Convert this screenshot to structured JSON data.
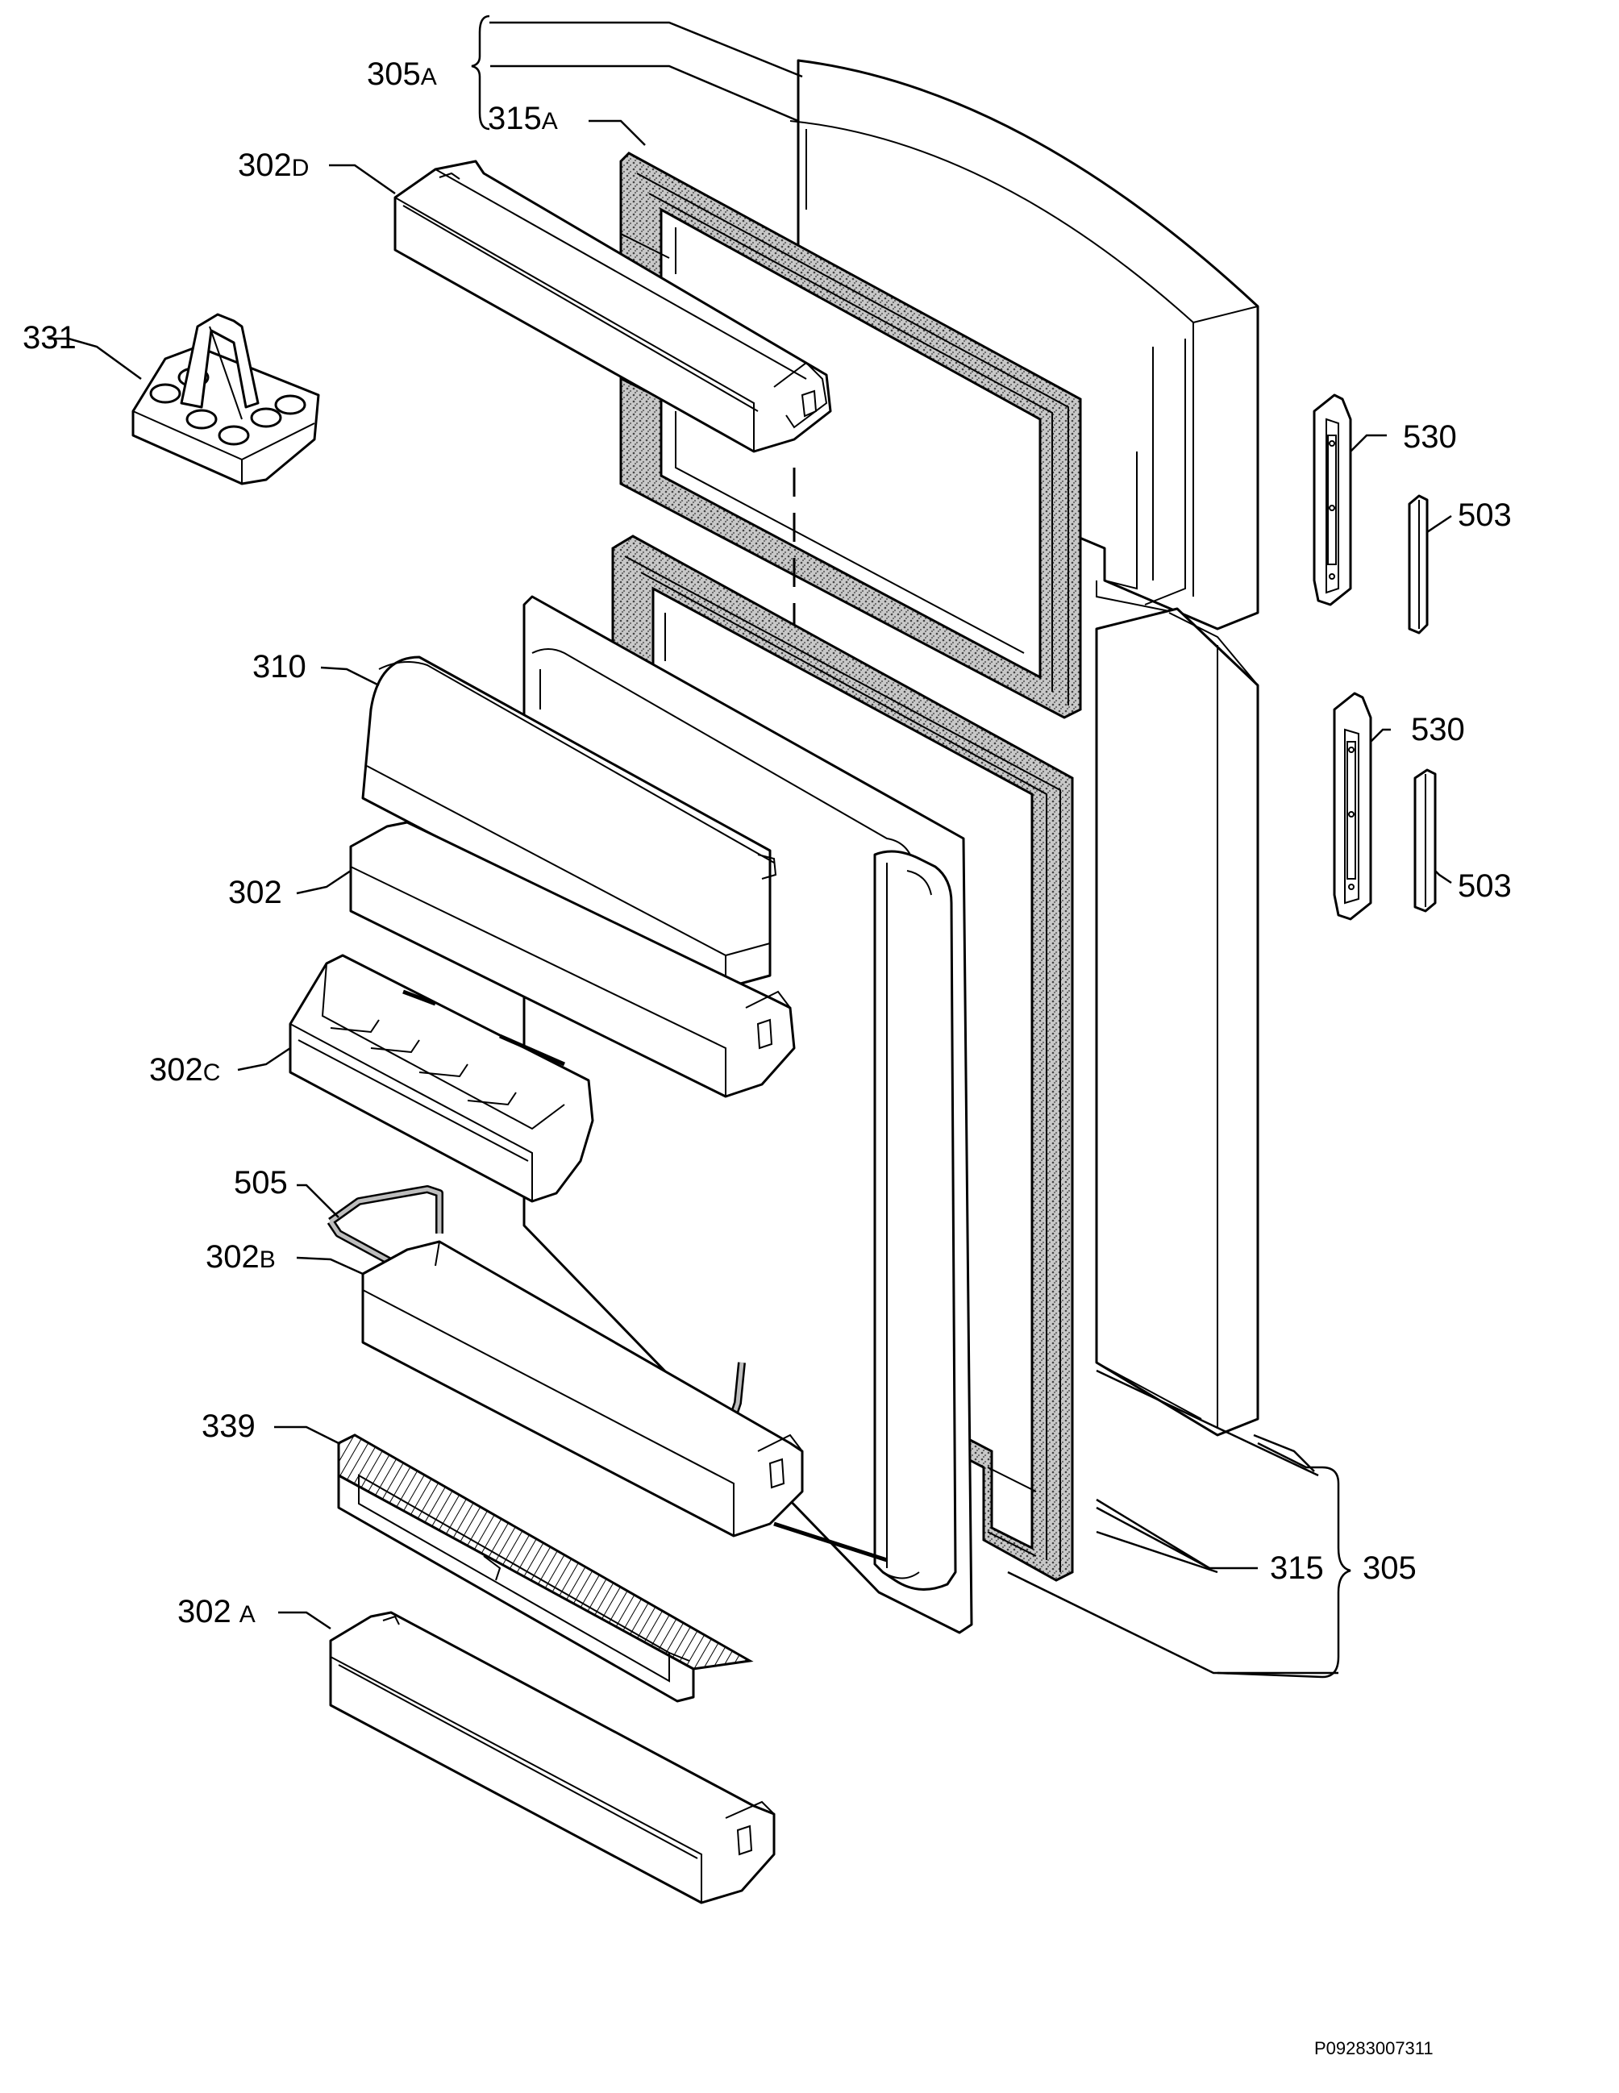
{
  "labels": {
    "l305A": {
      "num": "305",
      "suf": "A"
    },
    "l315A": {
      "num": "315",
      "suf": "A"
    },
    "l302D": {
      "num": "302",
      "suf": "D"
    },
    "l331": {
      "num": "331"
    },
    "l530a": {
      "num": "530"
    },
    "l503a": {
      "num": "503"
    },
    "l310": {
      "num": "310"
    },
    "l530b": {
      "num": "530"
    },
    "l503b": {
      "num": "503"
    },
    "l302": {
      "num": "302"
    },
    "l302C": {
      "num": "302",
      "suf": "C"
    },
    "l505": {
      "num": "505"
    },
    "l302B": {
      "num": "302",
      "suf": "B"
    },
    "l339": {
      "num": "339"
    },
    "l315": {
      "num": "315"
    },
    "l305": {
      "num": "305"
    },
    "l302A": {
      "num": "302",
      "suf": "A"
    }
  },
  "drawing_code": "P09283007311"
}
